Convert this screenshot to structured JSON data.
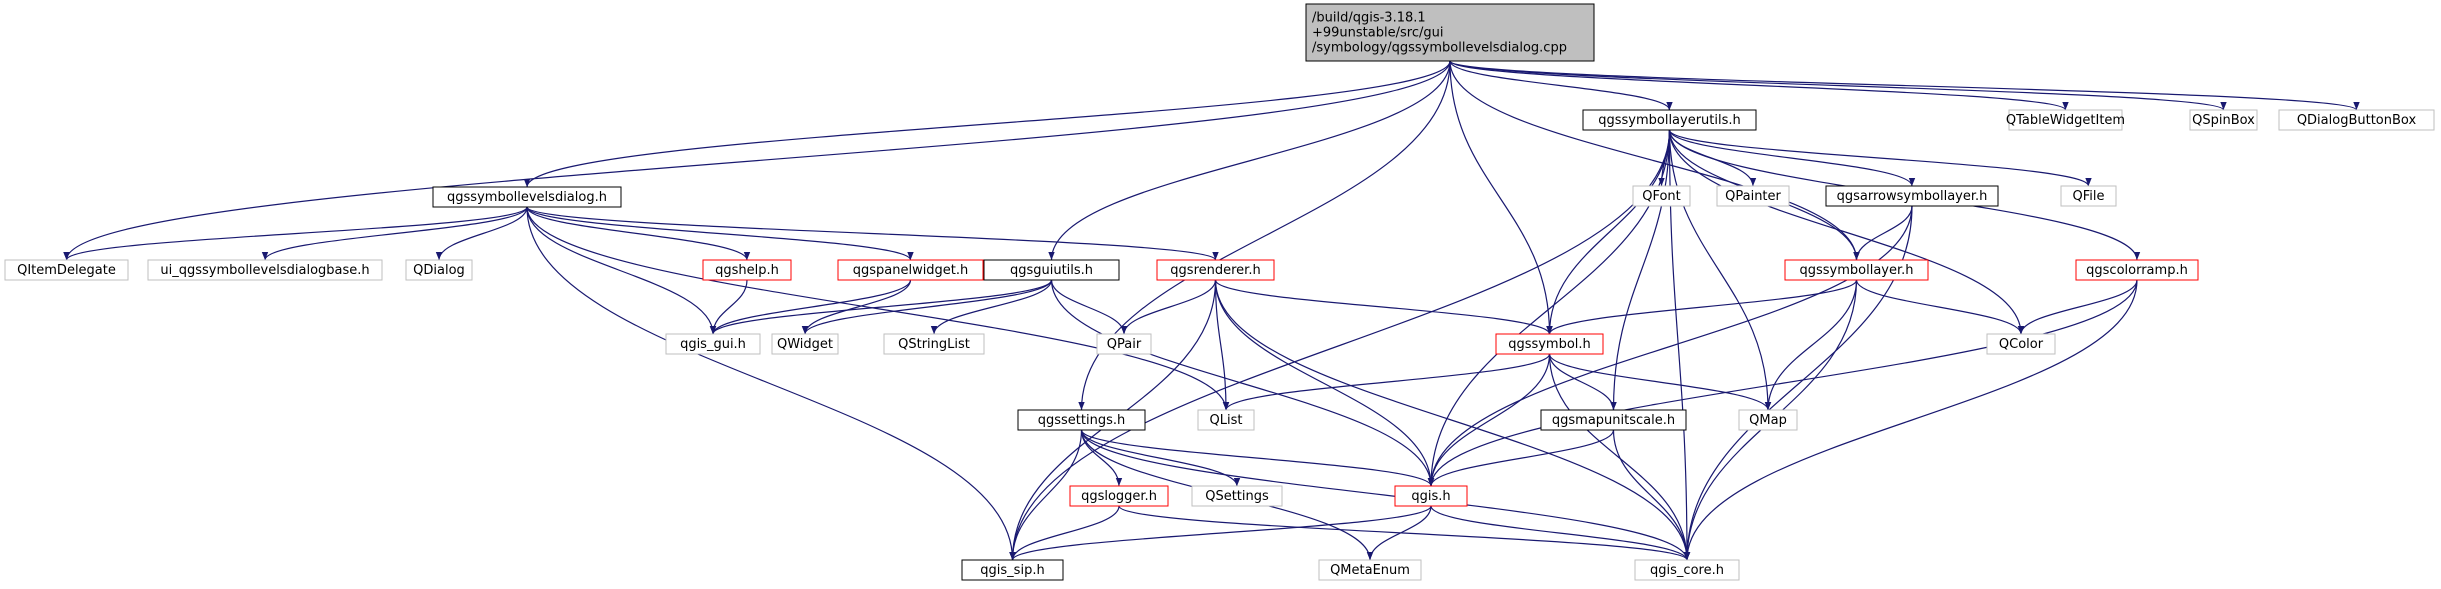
{
  "graph": {
    "colors": {
      "edge": "#191970",
      "root_fill": "#bfbfbf",
      "border_documented": "#000000",
      "border_linked": "#ff0000",
      "border_external": "#bfbfbf",
      "text": "#000000"
    },
    "nodes": [
      {
        "id": "root",
        "lines": [
          "/build/qgis-3.18.1",
          "+99unstable/src/gui",
          "/symbology/qgssymbollevelsdialog.cpp"
        ],
        "kind": "root"
      },
      {
        "id": "qgssymbollevelsdialog_h",
        "lines": [
          "qgssymbollevelsdialog.h"
        ],
        "kind": "documented"
      },
      {
        "id": "qgssymbollayerutils_h",
        "lines": [
          "qgssymbollayerutils.h"
        ],
        "kind": "documented"
      },
      {
        "id": "QTableWidgetItem",
        "lines": [
          "QTableWidgetItem"
        ],
        "kind": "external"
      },
      {
        "id": "QSpinBox",
        "lines": [
          "QSpinBox"
        ],
        "kind": "external"
      },
      {
        "id": "QDialogButtonBox",
        "lines": [
          "QDialogButtonBox"
        ],
        "kind": "external"
      },
      {
        "id": "QItemDelegate",
        "lines": [
          "QItemDelegate"
        ],
        "kind": "external"
      },
      {
        "id": "ui_qgssymbollevelsdialogbase_h",
        "lines": [
          "ui_qgssymbollevelsdialogbase.h"
        ],
        "kind": "external"
      },
      {
        "id": "QDialog",
        "lines": [
          "QDialog"
        ],
        "kind": "external"
      },
      {
        "id": "qgshelp_h",
        "lines": [
          "qgshelp.h"
        ],
        "kind": "linked"
      },
      {
        "id": "qgspanelwidget_h",
        "lines": [
          "qgspanelwidget.h"
        ],
        "kind": "linked"
      },
      {
        "id": "qgsguiutils_h",
        "lines": [
          "qgsguiutils.h"
        ],
        "kind": "documented"
      },
      {
        "id": "qgsrenderer_h",
        "lines": [
          "qgsrenderer.h"
        ],
        "kind": "linked"
      },
      {
        "id": "QFont",
        "lines": [
          "QFont"
        ],
        "kind": "external"
      },
      {
        "id": "QPainter",
        "lines": [
          "QPainter"
        ],
        "kind": "external"
      },
      {
        "id": "qgsarrowsymbollayer_h",
        "lines": [
          "qgsarrowsymbollayer.h"
        ],
        "kind": "documented"
      },
      {
        "id": "QFile",
        "lines": [
          "QFile"
        ],
        "kind": "external"
      },
      {
        "id": "qgssymbollayer_h",
        "lines": [
          "qgssymbollayer.h"
        ],
        "kind": "linked"
      },
      {
        "id": "qgscolorramp_h",
        "lines": [
          "qgscolorramp.h"
        ],
        "kind": "linked"
      },
      {
        "id": "QColor",
        "lines": [
          "QColor"
        ],
        "kind": "external"
      },
      {
        "id": "qgis_gui_h",
        "lines": [
          "qgis_gui.h"
        ],
        "kind": "external"
      },
      {
        "id": "QWidget",
        "lines": [
          "QWidget"
        ],
        "kind": "external"
      },
      {
        "id": "QStringList",
        "lines": [
          "QStringList"
        ],
        "kind": "external"
      },
      {
        "id": "QPair",
        "lines": [
          "QPair"
        ],
        "kind": "external"
      },
      {
        "id": "qgssymbol_h",
        "lines": [
          "qgssymbol.h"
        ],
        "kind": "linked"
      },
      {
        "id": "QList",
        "lines": [
          "QList"
        ],
        "kind": "external"
      },
      {
        "id": "QMap",
        "lines": [
          "QMap"
        ],
        "kind": "external"
      },
      {
        "id": "qgsmapunitscale_h",
        "lines": [
          "qgsmapunitscale.h"
        ],
        "kind": "documented"
      },
      {
        "id": "qgssettings_h",
        "lines": [
          "qgssettings.h"
        ],
        "kind": "documented"
      },
      {
        "id": "qgslogger_h",
        "lines": [
          "qgslogger.h"
        ],
        "kind": "linked"
      },
      {
        "id": "QSettings",
        "lines": [
          "QSettings"
        ],
        "kind": "external"
      },
      {
        "id": "qgis_h",
        "lines": [
          "qgis.h"
        ],
        "kind": "linked"
      },
      {
        "id": "qgis_sip_h",
        "lines": [
          "qgis_sip.h"
        ],
        "kind": "documented"
      },
      {
        "id": "QMetaEnum",
        "lines": [
          "QMetaEnum"
        ],
        "kind": "external"
      },
      {
        "id": "qgis_core_h",
        "lines": [
          "qgis_core.h"
        ],
        "kind": "external"
      }
    ],
    "edges": [
      [
        "root",
        "qgssymbollevelsdialog_h"
      ],
      [
        "root",
        "QItemDelegate"
      ],
      [
        "root",
        "qgsguiutils_h"
      ],
      [
        "root",
        "qgssettings_h"
      ],
      [
        "root",
        "qgssymbol_h"
      ],
      [
        "root",
        "qgssymbollayerutils_h"
      ],
      [
        "root",
        "qgssymbollayer_h"
      ],
      [
        "root",
        "QTableWidgetItem"
      ],
      [
        "root",
        "QSpinBox"
      ],
      [
        "root",
        "QDialogButtonBox"
      ],
      [
        "qgssymbollevelsdialog_h",
        "QItemDelegate"
      ],
      [
        "qgssymbollevelsdialog_h",
        "ui_qgssymbollevelsdialogbase_h"
      ],
      [
        "qgssymbollevelsdialog_h",
        "QDialog"
      ],
      [
        "qgssymbollevelsdialog_h",
        "qgshelp_h"
      ],
      [
        "qgssymbollevelsdialog_h",
        "qgspanelwidget_h"
      ],
      [
        "qgssymbollevelsdialog_h",
        "qgsrenderer_h"
      ],
      [
        "qgssymbollevelsdialog_h",
        "qgis_gui_h"
      ],
      [
        "qgssymbollevelsdialog_h",
        "QList"
      ],
      [
        "qgssymbollevelsdialog_h",
        "qgis_sip_h"
      ],
      [
        "qgshelp_h",
        "qgis_gui_h"
      ],
      [
        "qgspanelwidget_h",
        "qgis_gui_h"
      ],
      [
        "qgspanelwidget_h",
        "QWidget"
      ],
      [
        "qgsguiutils_h",
        "qgis_gui_h"
      ],
      [
        "qgsguiutils_h",
        "QWidget"
      ],
      [
        "qgsguiutils_h",
        "QStringList"
      ],
      [
        "qgsguiutils_h",
        "QPair"
      ],
      [
        "qgsguiutils_h",
        "qgis_h"
      ],
      [
        "qgsrenderer_h",
        "QPair"
      ],
      [
        "qgsrenderer_h",
        "qgssymbol_h"
      ],
      [
        "qgsrenderer_h",
        "QList"
      ],
      [
        "qgsrenderer_h",
        "qgis_h"
      ],
      [
        "qgsrenderer_h",
        "qgis_sip_h"
      ],
      [
        "qgsrenderer_h",
        "qgis_core_h"
      ],
      [
        "qgssymbollayerutils_h",
        "QFont"
      ],
      [
        "qgssymbollayerutils_h",
        "QPainter"
      ],
      [
        "qgssymbollayerutils_h",
        "qgsarrowsymbollayer_h"
      ],
      [
        "qgssymbollayerutils_h",
        "QFile"
      ],
      [
        "qgssymbollayerutils_h",
        "qgssymbollayer_h"
      ],
      [
        "qgssymbollayerutils_h",
        "qgscolorramp_h"
      ],
      [
        "qgssymbollayerutils_h",
        "QColor"
      ],
      [
        "qgssymbollayerutils_h",
        "qgssymbol_h"
      ],
      [
        "qgssymbollayerutils_h",
        "QMap"
      ],
      [
        "qgssymbollayerutils_h",
        "qgsmapunitscale_h"
      ],
      [
        "qgssymbollayerutils_h",
        "qgis_h"
      ],
      [
        "qgssymbollayerutils_h",
        "qgis_sip_h"
      ],
      [
        "qgssymbollayerutils_h",
        "qgis_core_h"
      ],
      [
        "qgsarrowsymbollayer_h",
        "qgssymbollayer_h"
      ],
      [
        "qgsarrowsymbollayer_h",
        "qgis_h"
      ],
      [
        "qgsarrowsymbollayer_h",
        "qgis_core_h"
      ],
      [
        "qgssymbollayer_h",
        "qgssymbol_h"
      ],
      [
        "qgssymbollayer_h",
        "QColor"
      ],
      [
        "qgssymbollayer_h",
        "QMap"
      ],
      [
        "qgssymbollayer_h",
        "qgis_core_h"
      ],
      [
        "qgscolorramp_h",
        "QColor"
      ],
      [
        "qgscolorramp_h",
        "qgis_h"
      ],
      [
        "qgscolorramp_h",
        "qgis_core_h"
      ],
      [
        "qgssymbol_h",
        "QList"
      ],
      [
        "qgssymbol_h",
        "QMap"
      ],
      [
        "qgssymbol_h",
        "qgsmapunitscale_h"
      ],
      [
        "qgssymbol_h",
        "qgis_h"
      ],
      [
        "qgssymbol_h",
        "qgis_core_h"
      ],
      [
        "qgsmapunitscale_h",
        "qgis_h"
      ],
      [
        "qgsmapunitscale_h",
        "qgis_core_h"
      ],
      [
        "qgssettings_h",
        "qgslogger_h"
      ],
      [
        "qgssettings_h",
        "QSettings"
      ],
      [
        "qgssettings_h",
        "QMetaEnum"
      ],
      [
        "qgssettings_h",
        "qgis_sip_h"
      ],
      [
        "qgssettings_h",
        "qgis_core_h"
      ],
      [
        "qgssettings_h",
        "qgis_h"
      ],
      [
        "qgslogger_h",
        "qgis_sip_h"
      ],
      [
        "qgslogger_h",
        "qgis_core_h"
      ],
      [
        "qgis_h",
        "qgis_sip_h"
      ],
      [
        "qgis_h",
        "QMetaEnum"
      ],
      [
        "qgis_h",
        "qgis_core_h"
      ]
    ]
  }
}
